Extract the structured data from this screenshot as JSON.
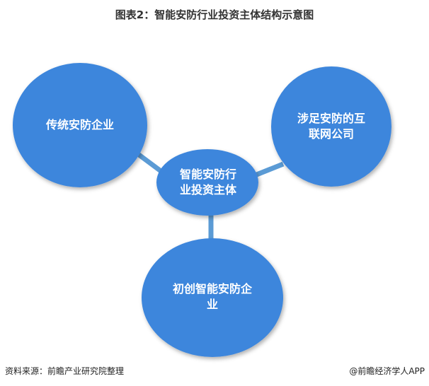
{
  "title": "图表2：智能安防行业投资主体结构示意图",
  "nodes": {
    "center": "智能安防行业投资主体",
    "left": "传统安防企业",
    "right": "涉足安防的互联网公司",
    "bottom": "初创智能安防企业"
  },
  "footer": {
    "source": "资料来源：前瞻产业研究院整理",
    "credit": "@前瞻经济学人APP"
  },
  "colors": {
    "node": "#3e86dc",
    "connector": "#5b9bd5"
  }
}
